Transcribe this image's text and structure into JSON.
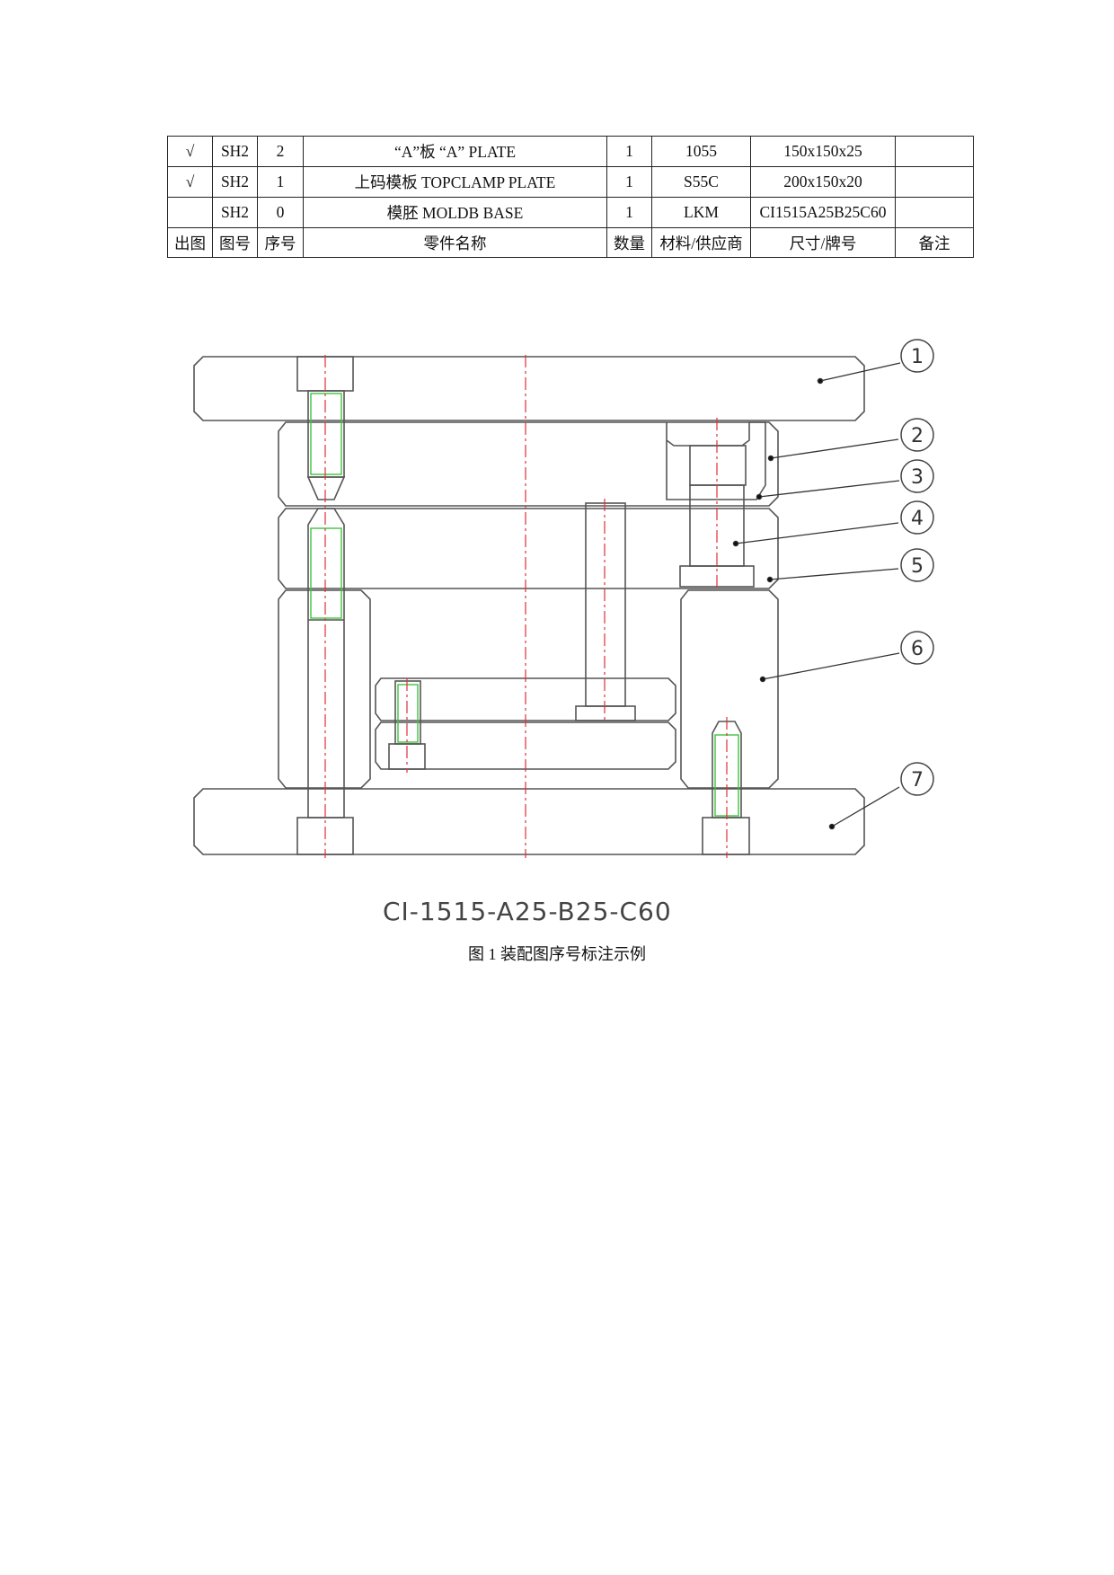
{
  "bom": {
    "rows": [
      {
        "check": "√",
        "drawing_no": "SH2",
        "seq": "2",
        "name": "“A”板 “A” PLATE",
        "qty": "1",
        "material": "1055",
        "size": "150x150x25",
        "remark": ""
      },
      {
        "check": "√",
        "drawing_no": "SH2",
        "seq": "1",
        "name": "上码模板 TOPCLAMP PLATE",
        "qty": "1",
        "material": "S55C",
        "size": "200x150x20",
        "remark": ""
      },
      {
        "check": "",
        "drawing_no": "SH2",
        "seq": "0",
        "name": "模胚 MOLDB BASE",
        "qty": "1",
        "material": "LKM",
        "size": "CI1515A25B25C60",
        "remark": ""
      }
    ],
    "header": {
      "check": "出图",
      "drawing_no": "图号",
      "seq": "序号",
      "name": "零件名称",
      "qty": "数量",
      "material": "材料/供应商",
      "size": "尺寸/牌号",
      "remark": "备注"
    }
  },
  "drawing": {
    "balloons": [
      "1",
      "2",
      "3",
      "4",
      "5",
      "6",
      "7"
    ],
    "model_code": "CI-1515-A25-B25-C60",
    "colors": {
      "outline": "#555555",
      "centerline": "#e0303a",
      "thread": "#3ec43e"
    }
  },
  "caption": "图 1 装配图序号标注示例"
}
